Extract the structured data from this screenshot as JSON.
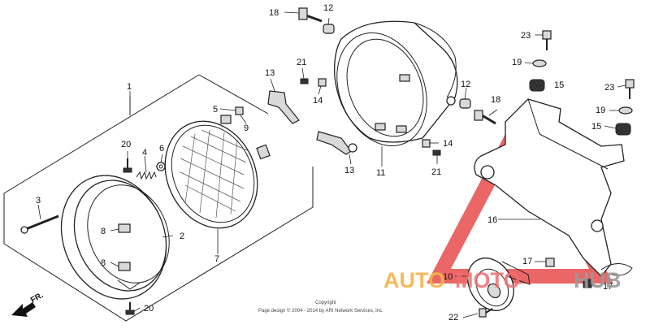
{
  "callouts": {
    "c1": "1",
    "c2": "2",
    "c3": "3",
    "c4": "4",
    "c5": "5",
    "c6": "6",
    "c7": "7",
    "c8a": "8",
    "c8b": "8",
    "c9": "9",
    "c10": "10",
    "c11": "11",
    "c12a": "12",
    "c12b": "12",
    "c13a": "13",
    "c13b": "13",
    "c14a": "14",
    "c14b": "14",
    "c15a": "15",
    "c15b": "15",
    "c16": "16",
    "c17a": "17",
    "c17b": "17",
    "c18a": "18",
    "c18b": "18",
    "c19a": "19",
    "c19b": "19",
    "c20a": "20",
    "c20b": "20",
    "c21a": "21",
    "c21b": "21",
    "c22": "22",
    "c23a": "23",
    "c23b": "23"
  },
  "direction_label": "FR.",
  "copyright": {
    "line1": "Copyright",
    "line2": "Page design © 2004 - 2014 by ARI Network Services, Inc."
  },
  "watermark": {
    "part1": "AUTO",
    "part2": "MOTO",
    "part3": "HUB",
    "colors": {
      "triangle": "#e84b4b",
      "auto": "#f5a623",
      "moto": "#e84b4b",
      "hub": "#8c8c8c"
    }
  }
}
